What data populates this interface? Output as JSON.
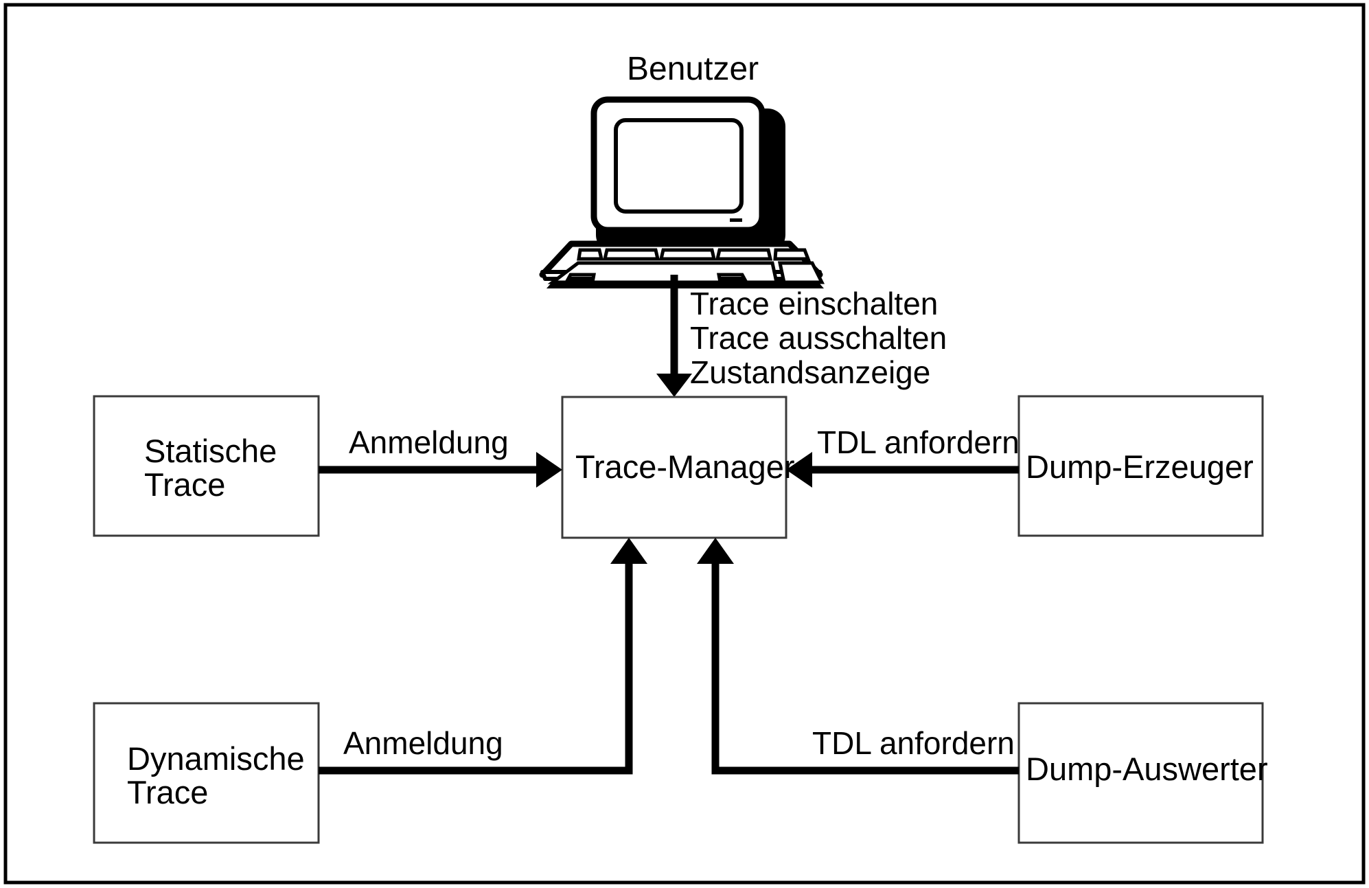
{
  "diagram": {
    "title_actor": "Benutzer",
    "actor_icon": "desktop-computer-icon",
    "center_node": "Trace-Manager",
    "nodes": {
      "static_trace": "Statische\nTrace",
      "dynamic_trace": "Dynamische\nTrace",
      "dump_producer": "Dump-Erzeuger",
      "dump_analyzer": "Dump-Auswerter"
    },
    "commands": [
      "Trace einschalten",
      "Trace ausschalten",
      "Zustandsanzeige"
    ],
    "edges": {
      "static_to_manager": "Anmeldung",
      "dynamic_to_manager": "Anmeldung",
      "producer_to_manager": "TDL anfordern",
      "analyzer_to_manager": "TDL anfordern"
    },
    "colors": {
      "stroke": "#000000",
      "box_border": "#3a3a3a",
      "background": "#ffffff"
    }
  }
}
